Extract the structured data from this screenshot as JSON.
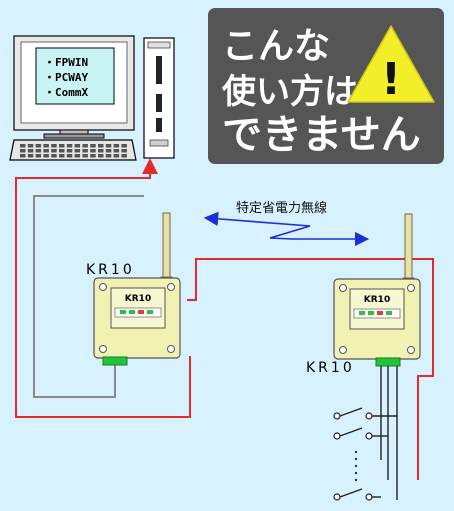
{
  "pc": {
    "screen_lines": [
      "・FPWIN",
      "・PCWAY",
      "・CommX"
    ]
  },
  "warning": {
    "lines": [
      "こんな",
      "使い方は",
      "できません"
    ],
    "icon_glyph": "!",
    "icon": "warning-triangle-icon",
    "colors": {
      "panel": "#555555",
      "text": "#ffffff",
      "triangle": "#f2ef2a"
    }
  },
  "wireless": {
    "label": "特定省電力無線",
    "color": "#1a2fd4"
  },
  "device_left": {
    "caption": "KR10",
    "panel_label": "KR10"
  },
  "device_right": {
    "caption": "KR10",
    "panel_label": "KR10"
  },
  "colors": {
    "background": "#d7f1ff",
    "red_wire": "#e32b2b",
    "gray_wire": "#8a8a8a",
    "device_body": "#f1f1b3",
    "device_foot": "#22c33a"
  }
}
